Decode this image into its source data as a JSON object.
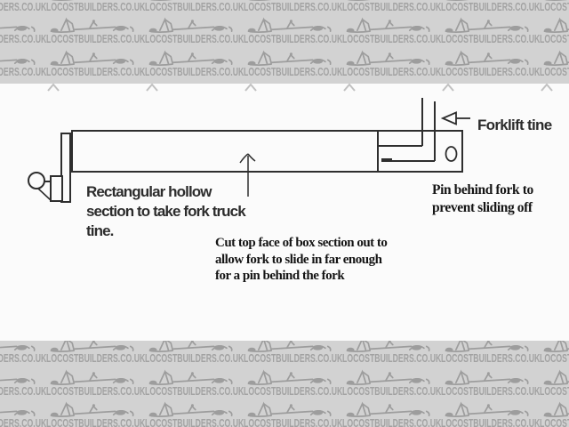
{
  "watermark": {
    "text": "LOCOSTBUILDERS.CO.UK",
    "logo_icon": "locost-car-logo",
    "band_color": "#d2d2d2",
    "text_color": "#a2a2a2"
  },
  "diagram": {
    "line_color": "#2e2e2e",
    "labels": {
      "rect_hollow": "Rectangular hollow\nsection to take fork truck\ntine.",
      "cut_top_face": "Cut top face of box section out to\nallow fork to slide in far enough\nfor a pin behind  the fork",
      "forklift_tine": "Forklift tine",
      "pin_behind": "Pin behind fork to\nprevent sliding off"
    }
  }
}
